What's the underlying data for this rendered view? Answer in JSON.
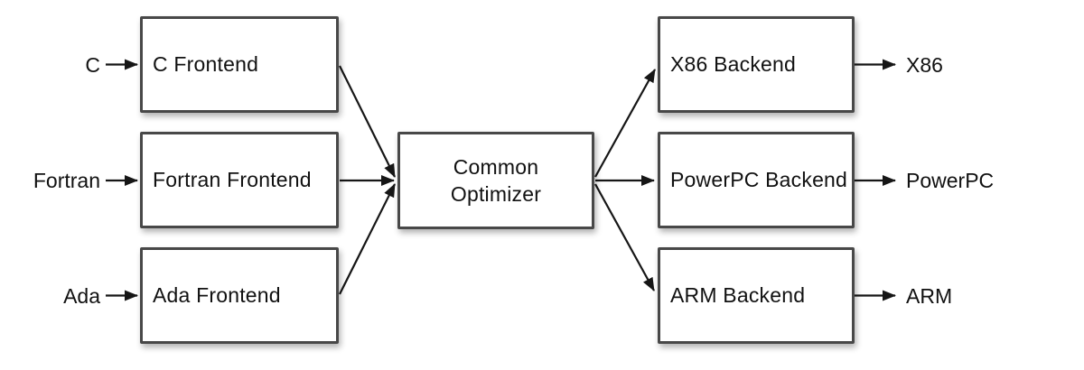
{
  "diagram": {
    "inputs": [
      {
        "label": "C"
      },
      {
        "label": "Fortran"
      },
      {
        "label": "Ada"
      }
    ],
    "frontends": [
      {
        "label": "C Frontend"
      },
      {
        "label": "Fortran Frontend"
      },
      {
        "label": "Ada Frontend"
      }
    ],
    "optimizer": {
      "line1": "Common",
      "line2": "Optimizer"
    },
    "backends": [
      {
        "label": "X86 Backend"
      },
      {
        "label": "PowerPC Backend"
      },
      {
        "label": "ARM Backend"
      }
    ],
    "outputs": [
      {
        "label": "X86"
      },
      {
        "label": "PowerPC"
      },
      {
        "label": "ARM"
      }
    ],
    "colors": {
      "background": "#ffffff",
      "box_fill": "#ffffff",
      "box_border": "#484848",
      "text": "#111111",
      "arrow": "#161616"
    }
  }
}
